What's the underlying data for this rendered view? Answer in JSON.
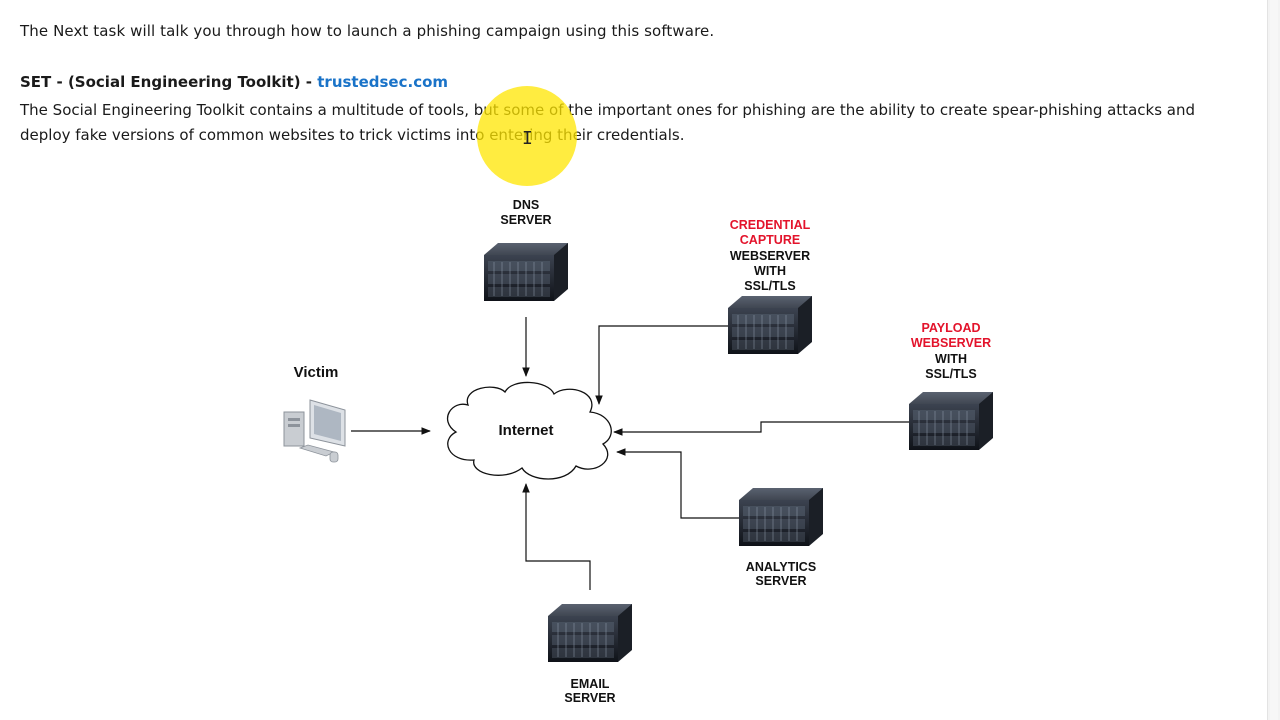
{
  "intro_text": "The Next task will talk you through how to launch a phishing campaign using this software.",
  "set_heading": {
    "prefix": "SET - (Social Engineering Toolkit) - ",
    "link": "trustedsec.com"
  },
  "description": "The Social Engineering Toolkit contains a multitude of tools, but some of the important ones for phishing are the ability to create spear-phishing attacks and deploy fake versions of common websites to trick victims into entering their credentials.",
  "diagram": {
    "center": "Internet",
    "victim": "Victim",
    "dns": [
      "DNS",
      "SERVER"
    ],
    "credential": {
      "red": [
        "CREDENTIAL",
        "CAPTURE"
      ],
      "black": [
        "WEBSERVER",
        "WITH",
        "SSL/TLS"
      ]
    },
    "payload": {
      "red": [
        "PAYLOAD",
        "WEBSERVER"
      ],
      "black": [
        "WITH",
        "SSL/TLS"
      ]
    },
    "analytics": [
      "ANALYTICS",
      "SERVER"
    ],
    "email": [
      "EMAIL",
      "SERVER"
    ]
  },
  "colors": {
    "link": "#1a73c8",
    "highlight": "#ffe600",
    "red_label": "#e3132b"
  }
}
